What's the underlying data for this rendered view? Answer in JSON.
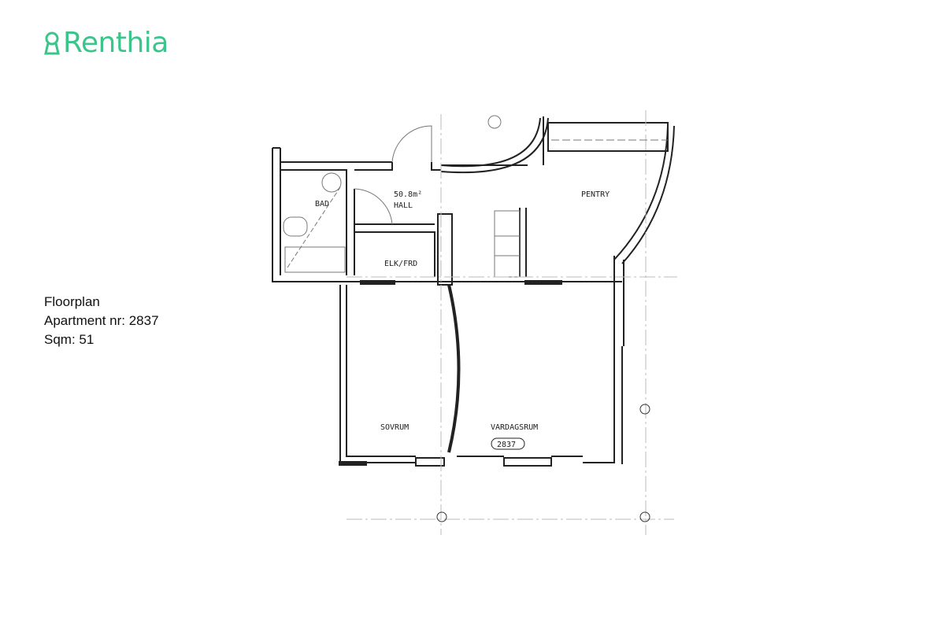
{
  "brand": {
    "name": "Renthia",
    "color": "#3cc48a",
    "icon": "keyhole-icon"
  },
  "info": {
    "title": "Floorplan",
    "apartment": "Apartment nr: 2837",
    "sqm": "Sqm: 51"
  },
  "floorplan": {
    "labels": {
      "bad": "BAD",
      "area": "50.8m²",
      "hall": "HALL",
      "pentry": "PENTRY",
      "elk": "ELK/FRD",
      "sovrum": "SOVRUM",
      "vardagsrum": "VARDAGSRUM",
      "apt_tag": "2837"
    }
  }
}
